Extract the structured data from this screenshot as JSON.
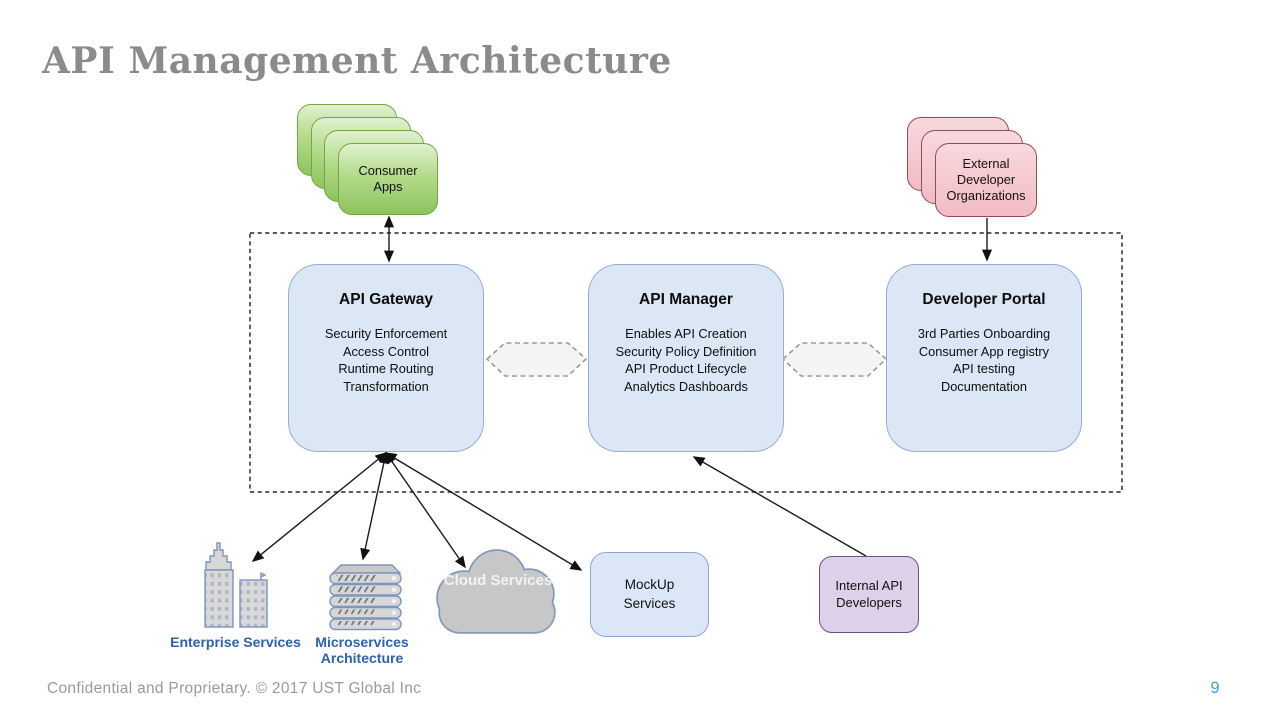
{
  "title": "API Management Architecture",
  "stacks": {
    "consumer": {
      "label": "Consumer Apps"
    },
    "external": {
      "label": "External Developer Organizations"
    }
  },
  "boxes": [
    {
      "title": "API Gateway",
      "lines": [
        "Security Enforcement",
        "Access Control",
        "Runtime Routing",
        "Transformation"
      ]
    },
    {
      "title": "API Manager",
      "lines": [
        "Enables API Creation",
        "Security Policy Definition",
        "API Product Lifecycle",
        "Analytics Dashboards"
      ]
    },
    {
      "title": "Developer Portal",
      "lines": [
        "3rd Parties Onboarding",
        "Consumer App registry",
        "API testing",
        "Documentation"
      ]
    }
  ],
  "bottom": {
    "enterprise_label": "Enterprise Services",
    "microservices_label": "Microservices Architecture",
    "cloud_label": "Cloud Services",
    "mockup_label": "MockUp Services",
    "internal_label": "Internal API Developers"
  },
  "footer": {
    "text": "Confidential and Proprietary. © 2017 UST Global Inc",
    "page": "9"
  },
  "icons": {
    "enterprise": "buildings-icon",
    "microservices": "server-stack-icon",
    "cloud": "cloud-icon"
  },
  "colors": {
    "title_gray": "#8b8b8b",
    "footer_gray": "#9a9a9a",
    "page_number_blue": "#35a7da",
    "consumer_green_fill": "#b4db8a",
    "consumer_green_border": "#70a844",
    "external_pink_fill": "#f2bcc4",
    "external_pink_border": "#8d4e5a",
    "platform_blue_fill": "#dce7f6",
    "platform_blue_border": "#97acd7",
    "internal_purple_fill": "#ddd0e9",
    "internal_purple_border": "#6d5380",
    "cloud_gray_fill": "#c7c7c7",
    "cloud_gray_border": "#8599bd",
    "label_blue": "#2e62ae",
    "arrow_black": "#1a1a1a"
  }
}
